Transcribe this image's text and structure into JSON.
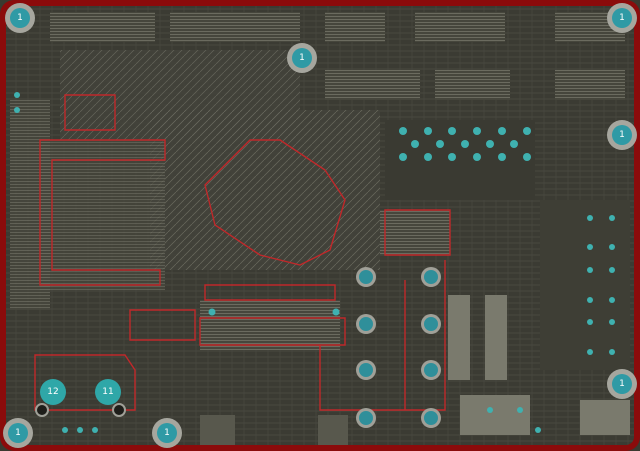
{
  "board": {
    "colors": {
      "outline": "#8b0b0b",
      "substrate": "#3b3b33",
      "trace": "#6b6b5e",
      "trace_light": "#8a8a7a",
      "zone": "#c0282a",
      "pad_teal": "#3fb1b0",
      "pad_ring": "#a0a098",
      "hole_fill": "#2f8f9a",
      "silk": "#b8b8a8"
    },
    "mounting_holes": [
      {
        "label": "1"
      },
      {
        "label": "1"
      },
      {
        "label": "1"
      },
      {
        "label": "1"
      },
      {
        "label": "1"
      },
      {
        "label": "1"
      },
      {
        "label": "1"
      }
    ],
    "numbered_pads": [
      {
        "label": "12"
      },
      {
        "label": "11"
      }
    ]
  }
}
